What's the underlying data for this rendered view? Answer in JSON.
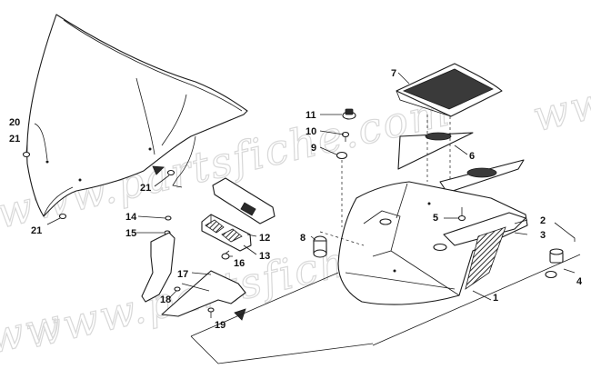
{
  "watermark": {
    "text_upper": "www.partsfiche.com",
    "text_lower": "www.partsfiche.com",
    "text_left": "ww",
    "text_bottom": "ww"
  },
  "callouts": [
    {
      "id": "1",
      "label": "1"
    },
    {
      "id": "2",
      "label": "2"
    },
    {
      "id": "3",
      "label": "3"
    },
    {
      "id": "4",
      "label": "4"
    },
    {
      "id": "5",
      "label": "5"
    },
    {
      "id": "6",
      "label": "6"
    },
    {
      "id": "7",
      "label": "7"
    },
    {
      "id": "8",
      "label": "8"
    },
    {
      "id": "9",
      "label": "9"
    },
    {
      "id": "10",
      "label": "10"
    },
    {
      "id": "11",
      "label": "11"
    },
    {
      "id": "12",
      "label": "12"
    },
    {
      "id": "13",
      "label": "13"
    },
    {
      "id": "14",
      "label": "14"
    },
    {
      "id": "15",
      "label": "15"
    },
    {
      "id": "16",
      "label": "16"
    },
    {
      "id": "17",
      "label": "17"
    },
    {
      "id": "18",
      "label": "18"
    },
    {
      "id": "19",
      "label": "19"
    },
    {
      "id": "20",
      "label": "20"
    },
    {
      "id": "21a",
      "label": "21"
    },
    {
      "id": "21b",
      "label": "21"
    },
    {
      "id": "21c",
      "label": "21"
    }
  ]
}
